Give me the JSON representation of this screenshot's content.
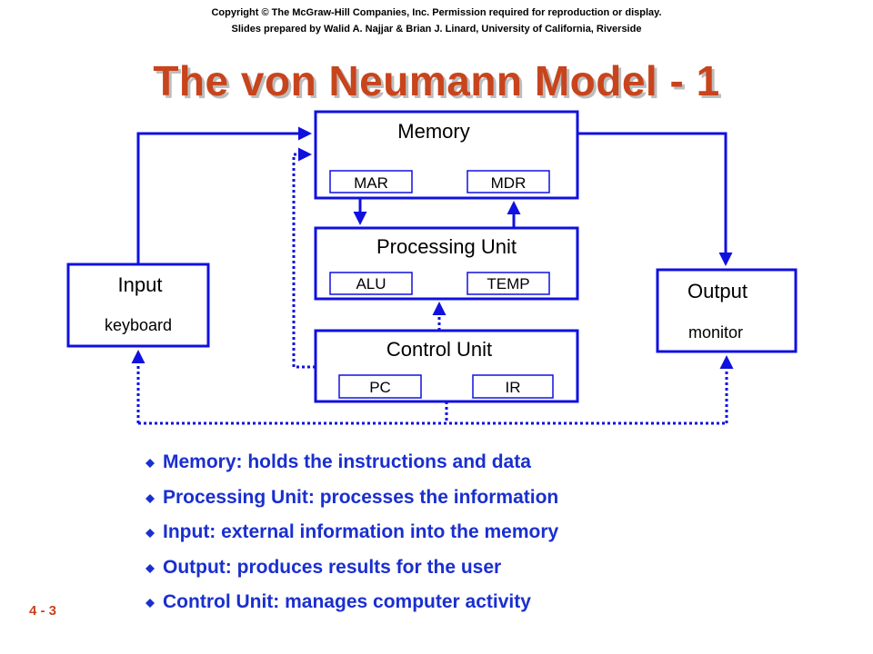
{
  "header": {
    "copyright": "Copyright © The McGraw-Hill Companies, Inc. Permission required for reproduction or display.",
    "credits": "Slides prepared by Walid A. Najjar & Brian J. Linard, University of California, Riverside"
  },
  "title": "The von Neumann Model - 1",
  "diagram": {
    "memory": {
      "label": "Memory",
      "mar": "MAR",
      "mdr": "MDR"
    },
    "processing_unit": {
      "label": "Processing Unit",
      "alu": "ALU",
      "temp": "TEMP"
    },
    "control_unit": {
      "label": "Control Unit",
      "pc": "PC",
      "ir": "IR"
    },
    "input": {
      "label": "Input",
      "device": "keyboard"
    },
    "output": {
      "label": "Output",
      "device": "monitor"
    }
  },
  "bullets": [
    "Memory: holds the instructions and data",
    "Processing Unit:  processes the information",
    "Input:  external information into the memory",
    "Output:  produces results for the user",
    "Control Unit:  manages computer activity"
  ],
  "page_number": "4 - 3",
  "colors": {
    "line": "#1010e0",
    "title": "#c8441c",
    "bullet_text": "#1a2fcf",
    "bullet_icon": "#1a2fcf"
  }
}
